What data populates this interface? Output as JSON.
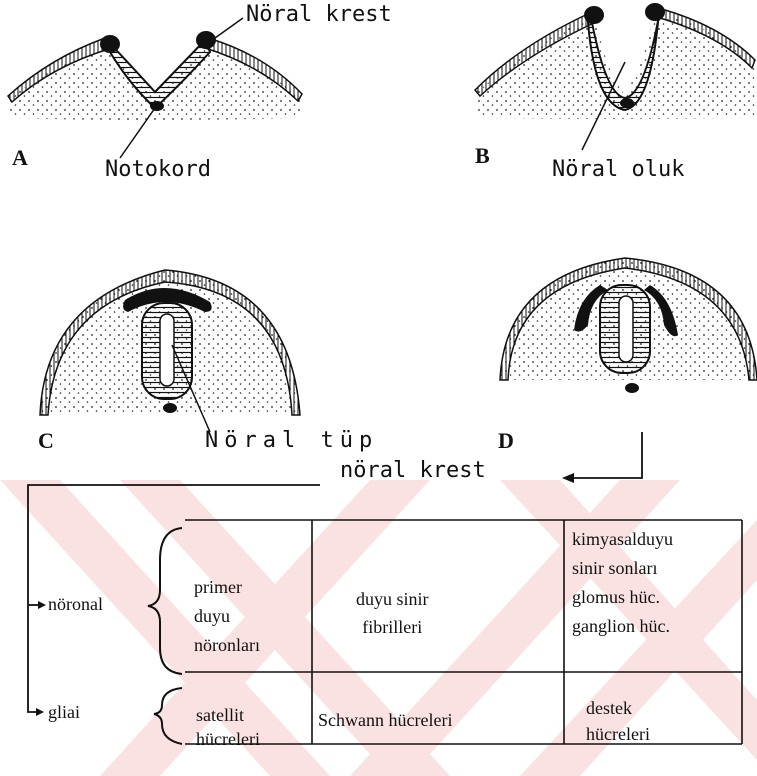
{
  "panels": {
    "a": {
      "letter": "A",
      "labels": [
        "Nöral krest",
        "Notokord"
      ]
    },
    "b": {
      "letter": "B",
      "labels": [
        "Nöral oluk"
      ]
    },
    "c": {
      "letter": "C",
      "labels": [
        "Nöral tüp"
      ]
    },
    "d": {
      "letter": "D"
    }
  },
  "flow": {
    "root": "nöral krest",
    "branches": [
      "nöronal",
      "gliai"
    ]
  },
  "table": {
    "rows": [
      {
        "cells": [
          "primer\nduyu\nnöronları",
          "duyu sinir\nfibrilleri",
          "kimyasalduyu\nsinir sonları\nglomus hüc.\nganglion hüc."
        ]
      },
      {
        "cells": [
          "satellit\nhücreleri",
          "Schwann hücreleri",
          "destek\nhücreleri"
        ]
      }
    ]
  },
  "colors": {
    "ink": "#111111",
    "watermark": "#fbe3e3"
  }
}
